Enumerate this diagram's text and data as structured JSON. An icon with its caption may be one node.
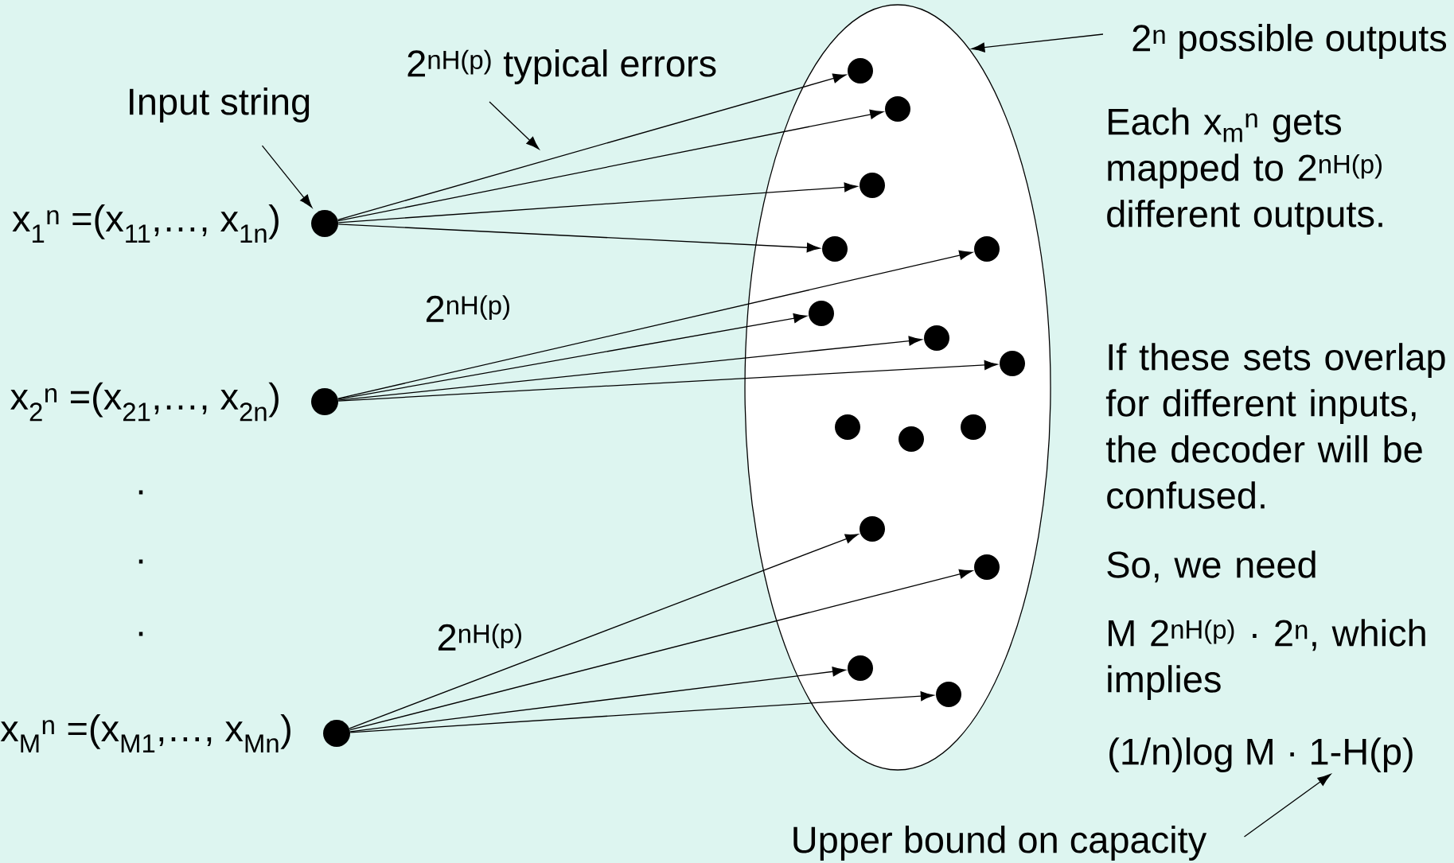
{
  "diagram": {
    "nodes": [
      {
        "text": [],
        "shape": "ellipse"
      },
      {
        "text": [],
        "shape": "circle",
        "in": 0
      },
      {
        "text": [],
        "shape": "circle",
        "in": 0
      },
      {
        "text": [],
        "shape": "circle",
        "in": 0
      },
      {
        "text": [],
        "shape": "circle",
        "in": 0
      },
      {
        "text": [],
        "shape": "circle",
        "in": 0
      },
      {
        "text": [],
        "shape": "circle",
        "in": 0
      },
      {
        "text": [],
        "shape": "circle",
        "in": 0
      },
      {
        "text": [],
        "shape": "circle",
        "in": 0
      },
      {
        "text": [],
        "shape": "circle",
        "in": 0
      },
      {
        "text": [],
        "shape": "circle",
        "in": 0
      },
      {
        "text": [],
        "shape": "circle",
        "in": 0
      },
      {
        "text": [],
        "shape": "circle",
        "in": 0
      },
      {
        "text": [],
        "shape": "circle",
        "in": 0
      },
      {
        "text": [],
        "shape": "circle",
        "in": 0
      },
      {
        "text": [],
        "shape": "circle",
        "in": 0
      },
      {
        "text": [],
        "shape": "circle",
        "beside": [
          "x$_{1}$$^{n}$ =(x$_{11}$,…, x$_{1n}$)"
        ]
      },
      {
        "text": [],
        "shape": "circle",
        "beside": [
          "x$_{2}$$^{n}$ =(x$_{21}$,…, x$_{2n}$)"
        ]
      },
      {
        "text": [],
        "shape": "circle",
        "beside": [
          "x$_{M}$$^{n}$ =(x$_{M1}$,…, x$_{Mn}$)"
        ]
      },
      {
        "text": [
          "Input string"
        ]
      },
      {
        "text": [
          "2$^{nH(p)}$ typical errors"
        ]
      },
      {
        "text": [
          "2$^{n}$ possible outputs"
        ]
      },
      {
        "text": [
          "Upper bound on capacity"
        ]
      },
      {
        "text": [
          "(1/n)log M · 1-H(p)"
        ]
      }
    ],
    "edges": [
      {
        "from": 16,
        "to": 1,
        "arrow": "to"
      },
      {
        "from": 16,
        "to": 2,
        "arrow": "to"
      },
      {
        "from": 16,
        "to": 3,
        "arrow": "to"
      },
      {
        "from": 16,
        "to": 4,
        "arrow": "to"
      },
      {
        "from": 17,
        "to": 5,
        "arrow": "to"
      },
      {
        "from": 17,
        "to": 6,
        "arrow": "to"
      },
      {
        "from": 17,
        "to": 7,
        "arrow": "to"
      },
      {
        "from": 17,
        "to": 8,
        "arrow": "to"
      },
      {
        "from": 18,
        "to": 12,
        "arrow": "to"
      },
      {
        "from": 18,
        "to": 13,
        "arrow": "to"
      },
      {
        "from": 18,
        "to": 14,
        "arrow": "to"
      },
      {
        "from": 18,
        "to": 15,
        "arrow": "to"
      },
      {
        "from": 19,
        "to": 16,
        "arrow": "to"
      },
      {
        "from": 20,
        "to": null,
        "arrow": "to"
      },
      {
        "from": 21,
        "to": 0,
        "arrow": "to"
      },
      {
        "from": 22,
        "to": 23,
        "arrow": "to"
      }
    ],
    "labels": [
      "2$^{nH(p)}$",
      ".",
      ".",
      ".",
      "2$^{nH(p)}$",
      "Each x$_{m}$$^{n}$ gets mapped to 2$^{nH(p)}$ different outputs.",
      "If these sets overlap for different inputs, the decoder will be confused.",
      "So, we need",
      "M 2$^{nH(p)}$ · 2$^{n}$, which implies"
    ]
  }
}
